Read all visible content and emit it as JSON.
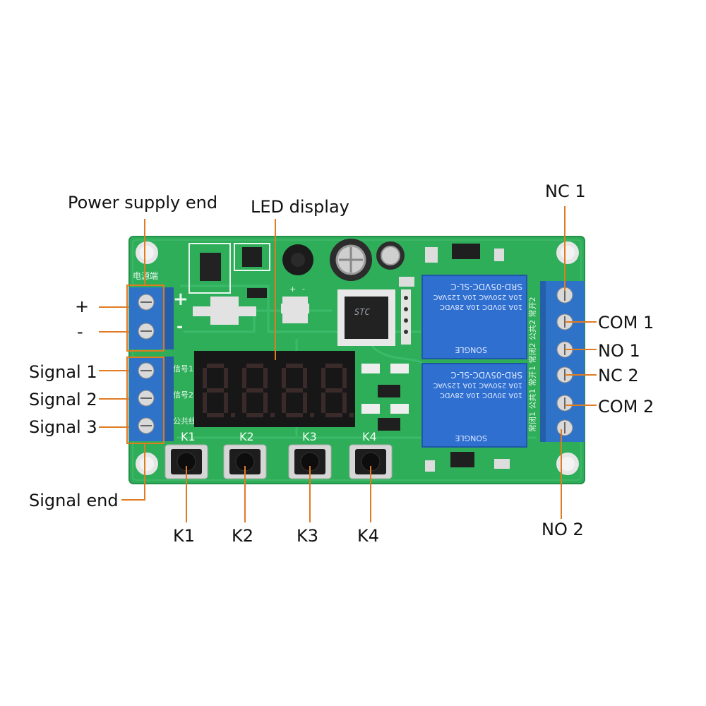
{
  "title_power": "Power supply end",
  "title_led": "LED display",
  "title_signal_end": "Signal end",
  "power": {
    "plus": "+",
    "minus": "-"
  },
  "signals": [
    "Signal 1",
    "Signal 2",
    "Signal 3"
  ],
  "buttons": [
    "K1",
    "K2",
    "K3",
    "K4"
  ],
  "board_buttons": [
    "K1",
    "K2",
    "K3",
    "K4"
  ],
  "relay_terminals": {
    "nc1": "NC 1",
    "com1": "COM 1",
    "no1": "NO 1",
    "nc2": "NC 2",
    "com2": "COM 2",
    "no2": "NO 2"
  },
  "silk": {
    "power_cn": "电源端",
    "sig1_cn": "信号1",
    "sig2_cn": "信号2",
    "common_cn": "公共线",
    "relay_side_cn": "常闭1 公共1 常开1 常闭2 公共2 常开2",
    "plus": "+",
    "minus": "-"
  },
  "relay": {
    "model": "SRD-05VDC-SL-C",
    "rating1": "10A 250VAC  10A 125VAC",
    "rating2": "10A 30VDC   10A 28VDC",
    "brand": "SONGLE"
  },
  "mcu": {
    "brand": "STC"
  },
  "display": {
    "digits": "8.8.8.8."
  },
  "colors": {
    "board": "#2fae5a",
    "terminal": "#2f73c8",
    "leader": "#e07b22",
    "display": "#171717",
    "segment": "#3a2a2a",
    "relay": "#2e6fd0"
  }
}
